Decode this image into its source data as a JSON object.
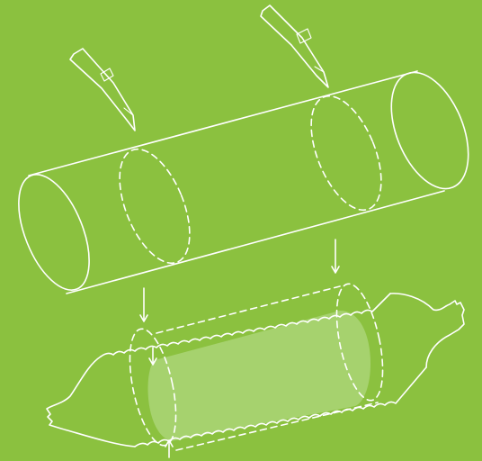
{
  "diagram": {
    "colors": {
      "background": "#8bc13f",
      "line": "#ffffff",
      "highlight": "#a6d26e"
    },
    "elements": [
      {
        "name": "knife",
        "count": 2
      },
      {
        "name": "cut-line",
        "count": 2
      },
      {
        "name": "tube",
        "count": 1
      },
      {
        "name": "arrow",
        "count": 4
      },
      {
        "name": "casing",
        "count": 1
      },
      {
        "name": "highlighted-section",
        "count": 1
      }
    ]
  }
}
